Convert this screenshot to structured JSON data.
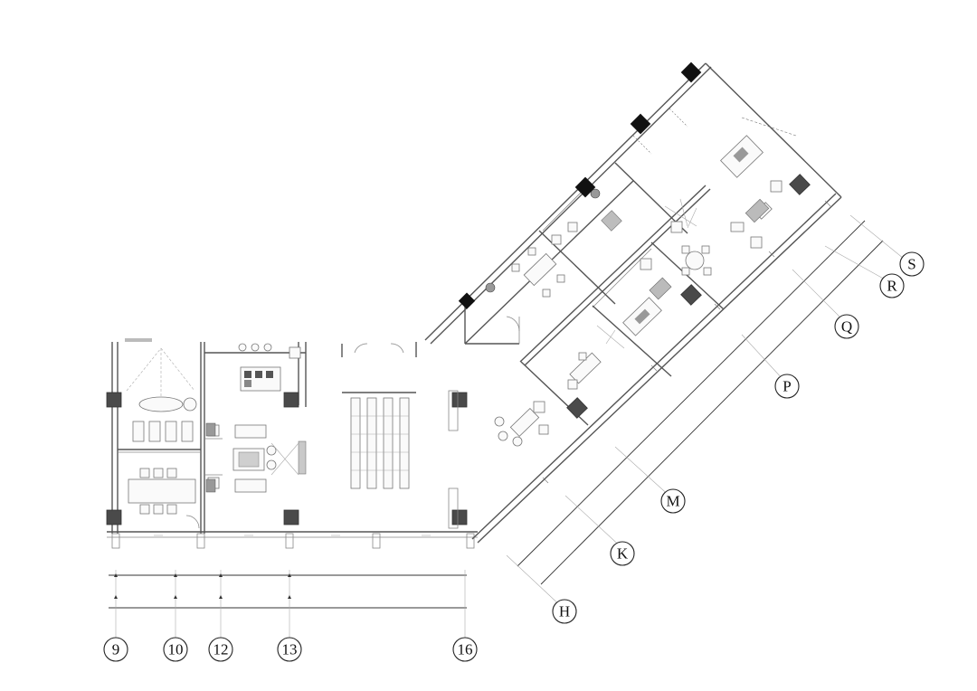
{
  "drawing": {
    "type": "architectural floor plan",
    "left_wing": {
      "grid_axes": [
        "9",
        "10",
        "12",
        "13",
        "16"
      ]
    },
    "rotated_wing": {
      "grid_axes": [
        "H",
        "K",
        "M",
        "P",
        "Q",
        "R",
        "S"
      ]
    }
  },
  "colors": {
    "line": "#555555",
    "column_fill": "#4a4a4a",
    "column_black": "#111111",
    "bubble_stroke": "#222222",
    "background": "#ffffff"
  }
}
